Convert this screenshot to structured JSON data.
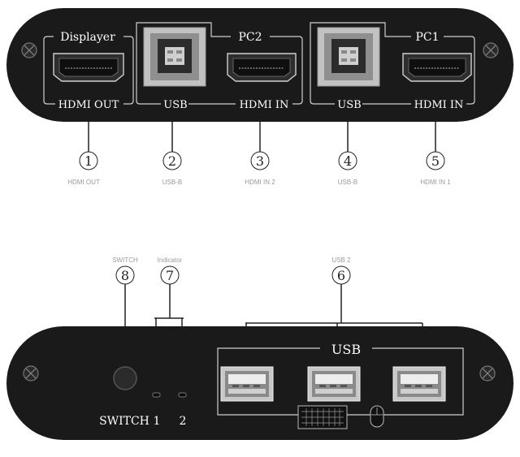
{
  "top_panel": {
    "group_displayer": "Displayer",
    "group_hdmi_out": "HDMI OUT",
    "group_usb_a": "USB",
    "group_pc2": "PC2",
    "group_hdmi_in_a": "HDMI IN",
    "group_usb_b": "USB",
    "group_pc1": "PC1",
    "group_hdmi_in_b": "HDMI IN"
  },
  "callouts_top": [
    {
      "number": "1",
      "caption": "HDMI OUT"
    },
    {
      "number": "2",
      "caption": "USB-B"
    },
    {
      "number": "3",
      "caption": "HDMI IN 2"
    },
    {
      "number": "4",
      "caption": "USB-B"
    },
    {
      "number": "5",
      "caption": "HDMI IN 1"
    }
  ],
  "callouts_bottom": [
    {
      "number": "8",
      "caption": "SWITCH"
    },
    {
      "number": "7",
      "caption": "Indicator"
    },
    {
      "number": "6",
      "caption": "USB 2"
    }
  ],
  "bottom_panel": {
    "usb_label": "USB",
    "switch_label": "SWITCH",
    "indicator_1": "1",
    "indicator_2": "2"
  },
  "icons": [
    "hdmi-port-icon",
    "usb-b-port-icon",
    "usb-a-port-icon",
    "screw-icon",
    "keyboard-icon",
    "mouse-icon",
    "push-button-icon",
    "led-indicator-icon"
  ],
  "colors": {
    "panel": "#1a1a1a",
    "line": "#cfcfcf",
    "port_silver": "#bdbdbd"
  }
}
